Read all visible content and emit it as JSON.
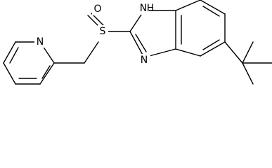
{
  "molecule": {
    "atom_labels": {
      "sulfoxide_oxygen": "O",
      "sulfur": "S",
      "imidazole_nh": "N",
      "imidazole_nh_hydrogen": "H",
      "imidazole_n": "N",
      "pyridine_n": "N"
    }
  }
}
